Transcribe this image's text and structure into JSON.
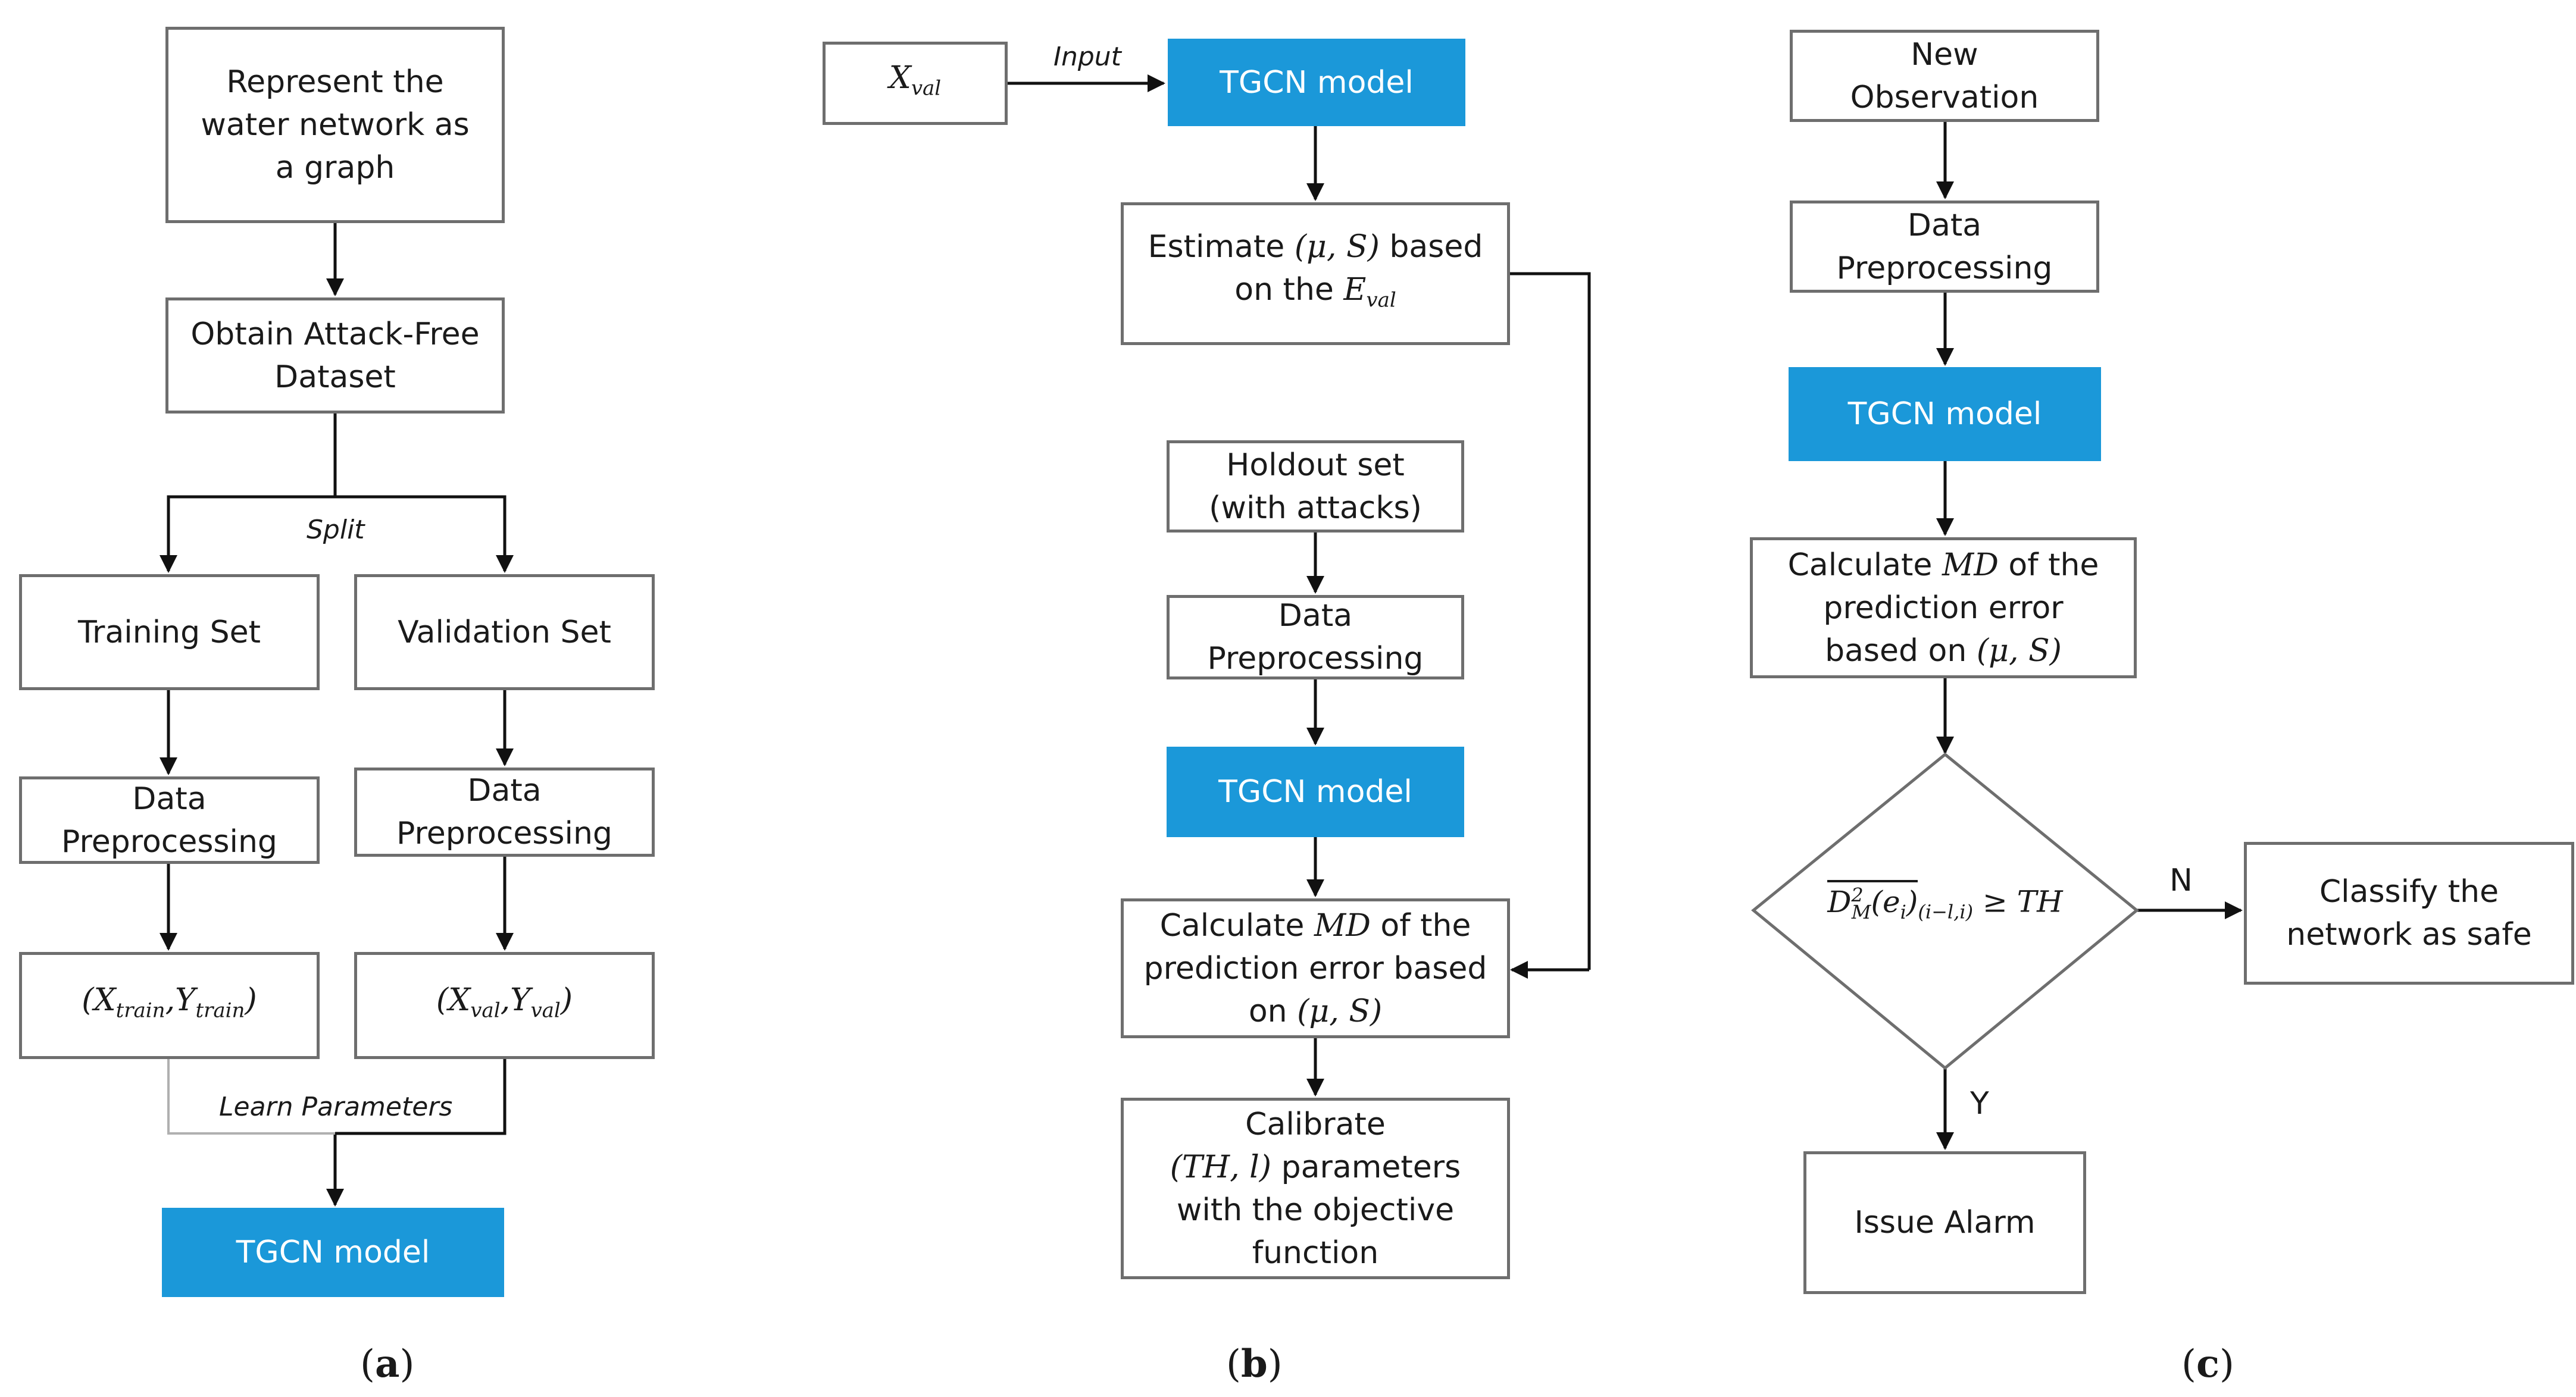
{
  "panel_a": {
    "represent_graph": [
      "Represent the",
      "water network as",
      "a graph"
    ],
    "attack_free": [
      "Obtain Attack-Free",
      "Dataset"
    ],
    "split_label": "Split",
    "training_set": "Training Set",
    "validation_set": "Validation Set",
    "train_preprocessing": [
      "Data",
      "Preprocessing"
    ],
    "val_preprocessing": [
      "Data",
      "Preprocessing"
    ],
    "train_data_x": "X",
    "train_data_x_sub": "train",
    "train_data_y": "Y",
    "train_data_y_sub": "train",
    "val_data_x": "X",
    "val_data_x_sub": "val",
    "val_data_y": "Y",
    "val_data_y_sub": "val",
    "learn_label": "Learn Parameters",
    "model": "TGCN model",
    "caption": "a"
  },
  "panel_b": {
    "xval": "X",
    "xval_sub": "val",
    "input_label": "Input",
    "model_top": "TGCN model",
    "estimate_pre": "Estimate ",
    "estimate_math": "(μ, S)",
    "estimate_post": " based",
    "estimate_line2_pre": "on the ",
    "estimate_line2_math": "E",
    "estimate_line2_sub": "val",
    "holdout": [
      "Holdout set",
      "(with attacks)"
    ],
    "preprocessing": [
      "Data",
      "Preprocessing"
    ],
    "model_mid": "TGCN model",
    "calc_line1_pre": "Calculate ",
    "calc_line1_math": "MD",
    "calc_line1_post": " of the",
    "calc_line2": "prediction error based",
    "calc_line3_pre": "on ",
    "calc_line3_math": "(μ, S)",
    "calibrate_line1": "Calibrate",
    "calibrate_line2_math": "(TH, l)",
    "calibrate_line2_post": " parameters",
    "calibrate_line3": "with the objective",
    "calibrate_line4": "function",
    "caption": "b"
  },
  "panel_c": {
    "new_obs": [
      "New",
      "Observation"
    ],
    "preprocessing": [
      "Data",
      "Preprocessing"
    ],
    "model": "TGCN model",
    "calc_line1_pre": "Calculate ",
    "calc_line1_math": "MD",
    "calc_line1_post": " of the",
    "calc_line2": "prediction error",
    "calc_line3_pre": "based on ",
    "calc_line3_math": "(μ, S)",
    "decision_d": "D",
    "decision_sup": "2",
    "decision_sub": "M",
    "decision_e": "(e",
    "decision_e_sub": "i",
    "decision_e_close": ")",
    "decision_range": "(i−l,i)",
    "decision_rel": " ≥ TH",
    "no_label": "N",
    "yes_label": "Y",
    "safe": [
      "Classify the",
      "network as safe"
    ],
    "alarm": "Issue Alarm",
    "caption": "c"
  },
  "colors": {
    "model_fill": "#1b98d9",
    "box_border": "#6e6e6e"
  }
}
